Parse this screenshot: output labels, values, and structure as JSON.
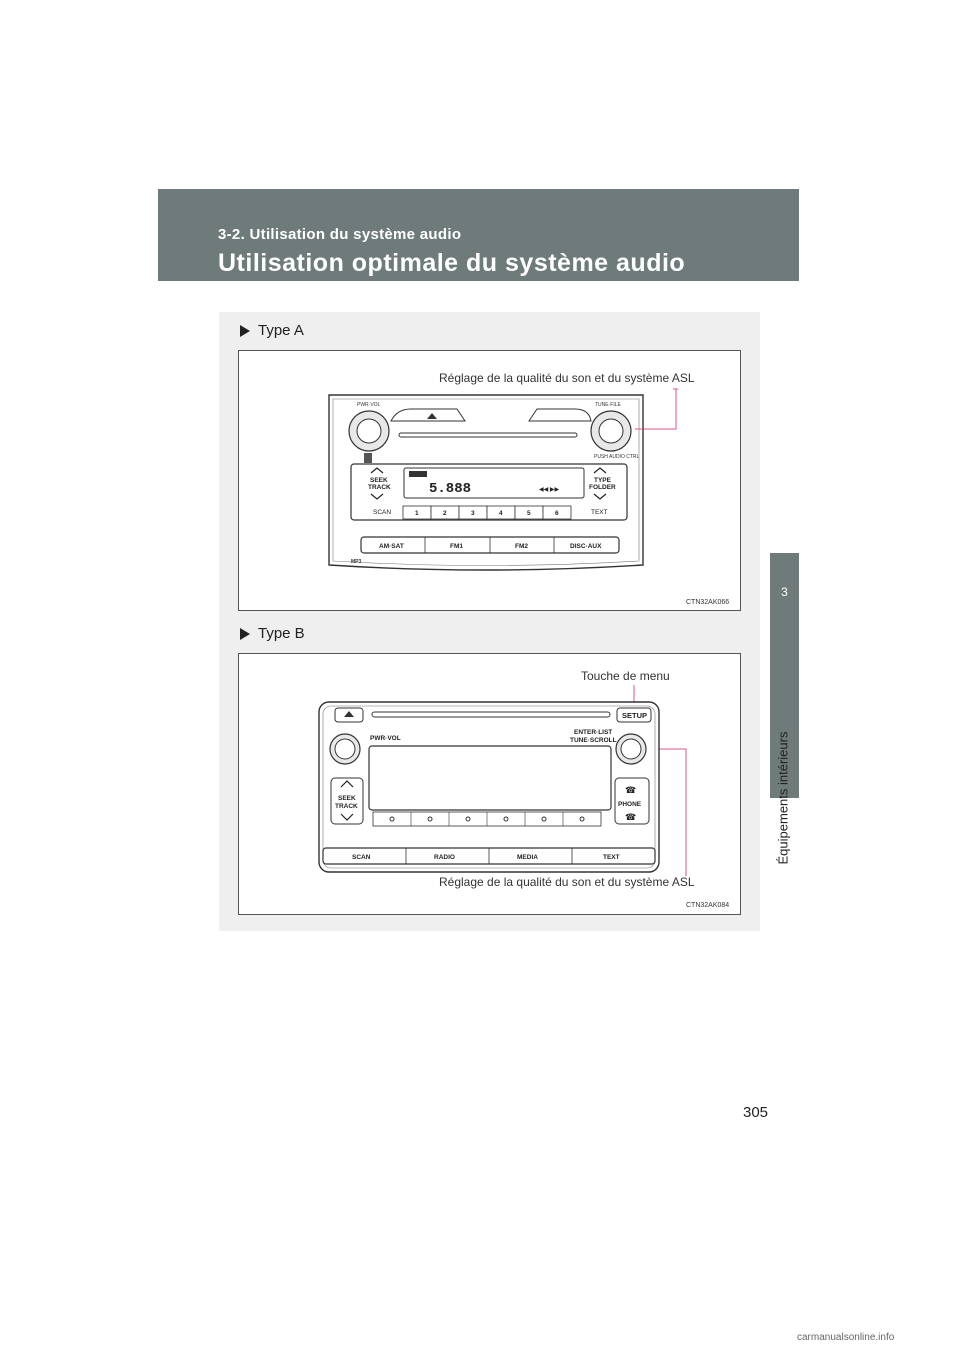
{
  "header": {
    "section": "3-2. Utilisation du système audio",
    "title": "Utilisation optimale du système audio"
  },
  "side_tab": {
    "chapter": "3",
    "label": "Équipements intérieurs"
  },
  "figure_a": {
    "heading": "Type A",
    "callout": "Réglage de la qualité du son et du système ASL",
    "code": "CTN32AK066",
    "labels": {
      "pwr_vol": "PWR·VOL",
      "tune_file": "TUNE·FILE",
      "push_audio": "PUSH AUDIO CTRL",
      "seek": "SEEK",
      "track": "TRACK",
      "type": "TYPE",
      "folder": "FOLDER",
      "scan": "SCAN",
      "text": "TEXT",
      "display_digits": "5.888",
      "mp3": "MP3"
    },
    "presets": [
      "1",
      "2",
      "3",
      "4",
      "5",
      "6"
    ],
    "bottom_buttons": [
      "AM·SAT",
      "FM1",
      "FM2",
      "DISC·AUX"
    ]
  },
  "figure_b": {
    "heading": "Type B",
    "callout_top": "Touche de menu",
    "callout_bottom": "Réglage de la qualité du son et du système ASL",
    "code": "CTN32AK084",
    "labels": {
      "setup": "SETUP",
      "enter_list": "ENTER·LIST",
      "tune_scroll": "TUNE·SCROLL",
      "pwr_vol": "PWR·VOL",
      "seek": "SEEK",
      "track": "TRACK",
      "phone": "PHONE"
    },
    "bottom_buttons": [
      "SCAN",
      "RADIO",
      "MEDIA",
      "TEXT"
    ]
  },
  "page_number": "305",
  "watermark": "carmanualsonline.info",
  "colors": {
    "header_band": "#6f7b7a",
    "callout_line": "#e0508a"
  }
}
